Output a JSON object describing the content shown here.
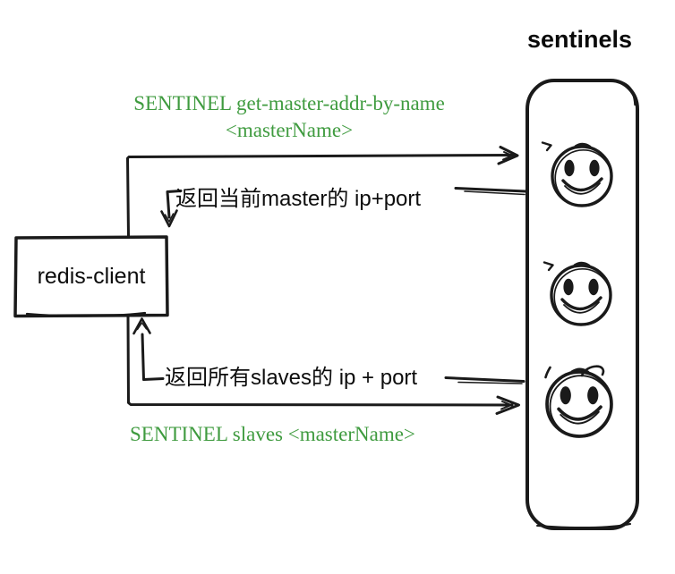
{
  "colors": {
    "ink": "#1a1a1a",
    "command_green": "#3f9b3f"
  },
  "sentinel_group": {
    "label": "sentinels",
    "member_count": 3,
    "member_icon": "smiley-face-icon"
  },
  "client": {
    "label": "redis-client"
  },
  "flows": {
    "top_request": {
      "line1": "SENTINEL get-master-addr-by-name",
      "line2": "<masterName>",
      "direction": "client-to-sentinels"
    },
    "top_response": {
      "label": "返回当前master的 ip+port",
      "direction": "sentinels-to-client"
    },
    "bottom_response": {
      "label": "返回所有slaves的 ip + port",
      "direction": "sentinels-to-client"
    },
    "bottom_request": {
      "label": "SENTINEL slaves <masterName>",
      "direction": "client-to-sentinels"
    }
  }
}
